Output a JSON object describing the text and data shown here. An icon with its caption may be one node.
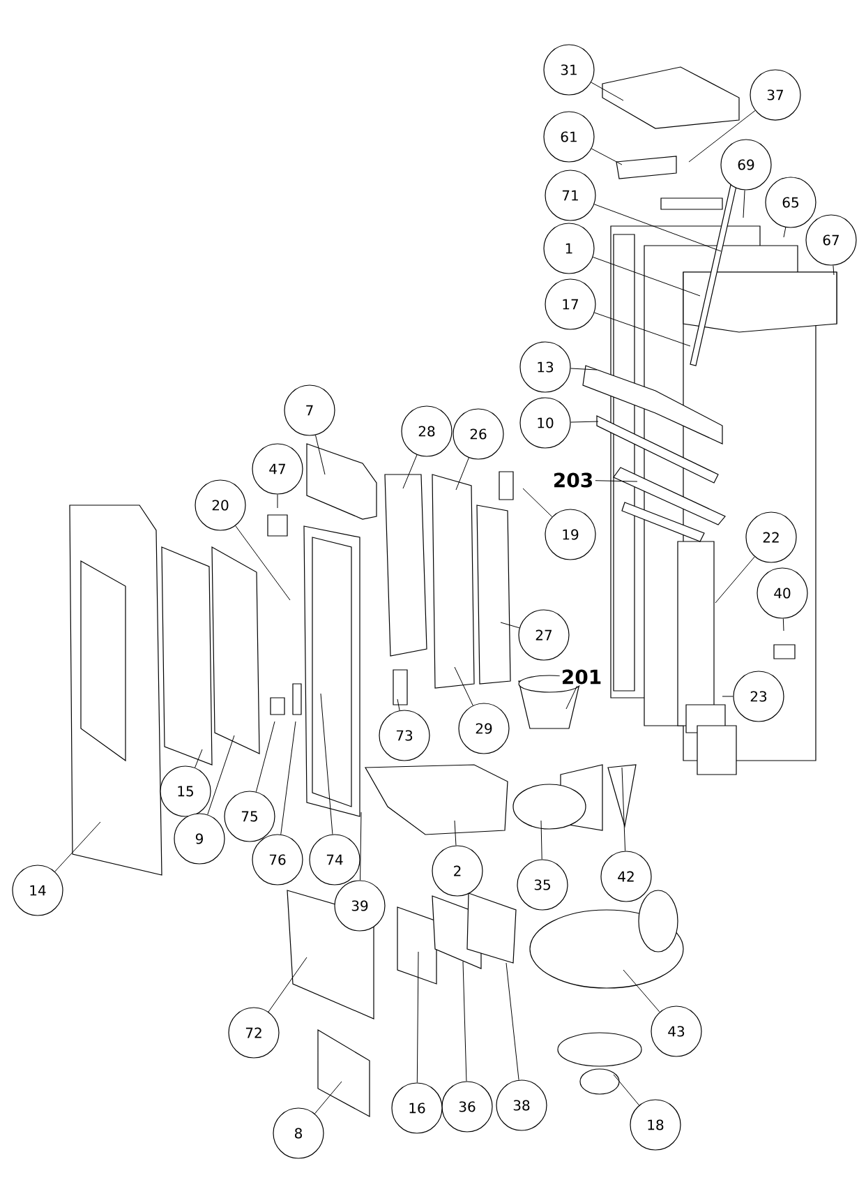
{
  "diagram": {
    "nodes": [
      {
        "text": [
          "31"
        ]
      },
      {
        "text": [
          "37"
        ]
      },
      {
        "text": [
          "61"
        ]
      },
      {
        "text": [
          "69"
        ]
      },
      {
        "text": [
          "71"
        ]
      },
      {
        "text": [
          "65"
        ]
      },
      {
        "text": [
          "67"
        ]
      },
      {
        "text": [
          "1"
        ]
      },
      {
        "text": [
          "17"
        ]
      },
      {
        "text": [
          "13"
        ]
      },
      {
        "text": [
          "7"
        ]
      },
      {
        "text": [
          "10"
        ]
      },
      {
        "text": [
          "28"
        ]
      },
      {
        "text": [
          "26"
        ]
      },
      {
        "text": [
          "47"
        ]
      },
      {
        "text": [
          "203"
        ]
      },
      {
        "text": [
          "20"
        ]
      },
      {
        "text": [
          "19"
        ]
      },
      {
        "text": [
          "22"
        ]
      },
      {
        "text": [
          "40"
        ]
      },
      {
        "text": [
          "27"
        ]
      },
      {
        "text": [
          "201"
        ]
      },
      {
        "text": [
          "23"
        ]
      },
      {
        "text": [
          "29"
        ]
      },
      {
        "text": [
          "73"
        ]
      },
      {
        "text": [
          "15"
        ]
      },
      {
        "text": [
          "75"
        ]
      },
      {
        "text": [
          "9"
        ]
      },
      {
        "text": [
          "76"
        ]
      },
      {
        "text": [
          "74"
        ]
      },
      {
        "text": [
          "2"
        ]
      },
      {
        "text": [
          "42"
        ]
      },
      {
        "text": [
          "35"
        ]
      },
      {
        "text": [
          "14"
        ]
      },
      {
        "text": [
          "39"
        ]
      },
      {
        "text": [
          "72"
        ]
      },
      {
        "text": [
          "43"
        ]
      },
      {
        "text": [
          "38"
        ]
      },
      {
        "text": [
          "36"
        ]
      },
      {
        "text": [
          "16"
        ]
      },
      {
        "text": [
          "18"
        ]
      },
      {
        "text": [
          "8"
        ]
      }
    ],
    "edges": [
      {
        "from": 0,
        "to": null,
        "arrow": "none"
      },
      {
        "from": 1,
        "to": null,
        "arrow": "none"
      },
      {
        "from": 2,
        "to": null,
        "arrow": "none"
      },
      {
        "from": 3,
        "to": null,
        "arrow": "none"
      },
      {
        "from": 4,
        "to": null,
        "arrow": "none"
      },
      {
        "from": 5,
        "to": null,
        "arrow": "none"
      },
      {
        "from": 6,
        "to": null,
        "arrow": "none"
      },
      {
        "from": 7,
        "to": null,
        "arrow": "none"
      },
      {
        "from": 8,
        "to": null,
        "arrow": "none"
      },
      {
        "from": 9,
        "to": null,
        "arrow": "none"
      },
      {
        "from": 10,
        "to": null,
        "arrow": "none"
      },
      {
        "from": 11,
        "to": null,
        "arrow": "none"
      },
      {
        "from": 12,
        "to": null,
        "arrow": "none"
      },
      {
        "from": 13,
        "to": null,
        "arrow": "none"
      },
      {
        "from": 14,
        "to": null,
        "arrow": "none"
      },
      {
        "from": 15,
        "to": null,
        "arrow": "none"
      },
      {
        "from": 16,
        "to": null,
        "arrow": "none"
      },
      {
        "from": 17,
        "to": null,
        "arrow": "none"
      },
      {
        "from": 18,
        "to": null,
        "arrow": "none"
      },
      {
        "from": 19,
        "to": null,
        "arrow": "none"
      },
      {
        "from": 20,
        "to": null,
        "arrow": "none"
      },
      {
        "from": 21,
        "to": null,
        "arrow": "none"
      },
      {
        "from": 22,
        "to": null,
        "arrow": "none"
      },
      {
        "from": 23,
        "to": null,
        "arrow": "none"
      },
      {
        "from": 24,
        "to": null,
        "arrow": "none"
      },
      {
        "from": 25,
        "to": null,
        "arrow": "none"
      },
      {
        "from": 26,
        "to": null,
        "arrow": "none"
      },
      {
        "from": 27,
        "to": null,
        "arrow": "none"
      },
      {
        "from": 28,
        "to": null,
        "arrow": "none"
      },
      {
        "from": 29,
        "to": null,
        "arrow": "none"
      },
      {
        "from": 30,
        "to": null,
        "arrow": "none"
      },
      {
        "from": 31,
        "to": null,
        "arrow": "none"
      },
      {
        "from": 32,
        "to": null,
        "arrow": "none"
      },
      {
        "from": 33,
        "to": null,
        "arrow": "none"
      },
      {
        "from": 34,
        "to": null,
        "arrow": "none"
      },
      {
        "from": 35,
        "to": null,
        "arrow": "none"
      },
      {
        "from": 36,
        "to": null,
        "arrow": "none"
      },
      {
        "from": 37,
        "to": null,
        "arrow": "none"
      },
      {
        "from": 38,
        "to": null,
        "arrow": "none"
      },
      {
        "from": 39,
        "to": null,
        "arrow": "none"
      },
      {
        "from": 40,
        "to": null,
        "arrow": "none"
      },
      {
        "from": 41,
        "to": null,
        "arrow": "none"
      }
    ]
  }
}
